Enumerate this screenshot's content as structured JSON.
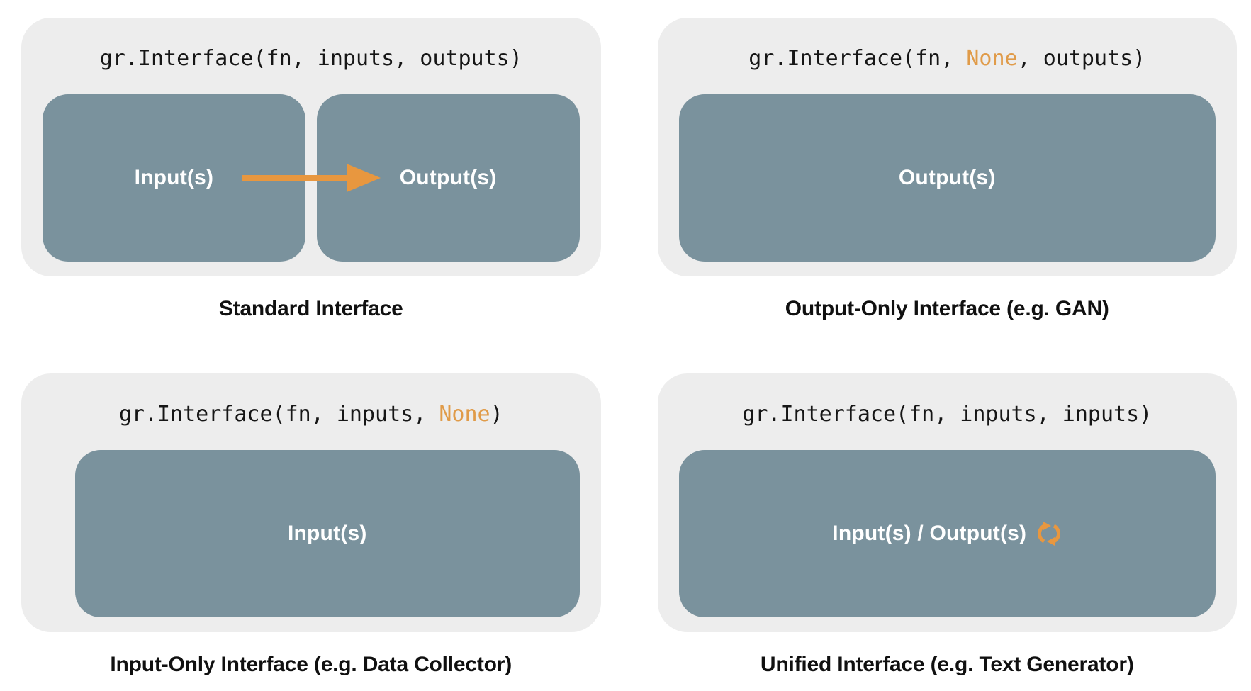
{
  "colors": {
    "page_bg": "#FFFFFF",
    "panel_bg": "#EDEDED",
    "box_bg": "#7A929D",
    "box_label_text": "#FFFFFF",
    "accent_orange": "#E8973F",
    "code_highlight_orange": "#E09B49",
    "text_black": "#101010"
  },
  "panels": [
    {
      "id": "standard",
      "code_pre": "gr.Interface(fn, inputs, outputs)",
      "code_orange": "",
      "code_post": "",
      "boxes": [
        "Input(s)",
        "Output(s)"
      ],
      "icons": [
        "arrow-right-icon"
      ],
      "caption": "Standard Interface"
    },
    {
      "id": "output-only",
      "code_pre": "gr.Interface(fn, ",
      "code_orange": "None",
      "code_post": ", outputs)",
      "boxes": [
        "Output(s)"
      ],
      "icons": [],
      "caption": "Output-Only Interface (e.g. GAN)"
    },
    {
      "id": "input-only",
      "code_pre": "gr.Interface(fn, inputs, ",
      "code_orange": "None",
      "code_post": ")",
      "boxes": [
        "Input(s)"
      ],
      "icons": [],
      "caption": "Input-Only Interface (e.g. Data Collector)"
    },
    {
      "id": "unified",
      "code_pre": "gr.Interface(fn, inputs, inputs)",
      "code_orange": "",
      "code_post": "",
      "boxes": [
        "Input(s) / Output(s)"
      ],
      "icons": [
        "sync-icon"
      ],
      "caption": "Unified Interface (e.g. Text Generator)"
    }
  ]
}
